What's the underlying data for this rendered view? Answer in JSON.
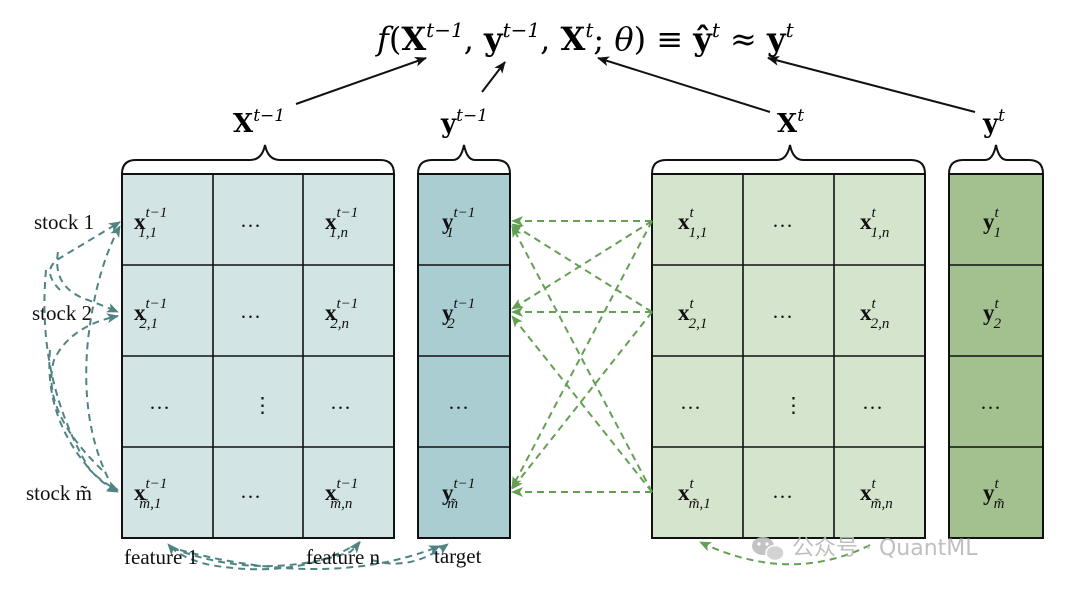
{
  "formula": {
    "f": "f",
    "X_prev": "X",
    "X_prev_sup": "t−1",
    "y_prev": "y",
    "y_prev_sup": "t−1",
    "X_cur": "X",
    "X_cur_sup": "t",
    "theta": "θ",
    "equiv": "≡",
    "yhat": "ŷ",
    "yhat_sup": "t",
    "approx": "≈",
    "y_cur": "y",
    "y_cur_sup": "t"
  },
  "groups": {
    "x_prev": {
      "base": "X",
      "sup": "t−1"
    },
    "y_prev": {
      "base": "y",
      "sup": "t−1"
    },
    "x_cur": {
      "base": "X",
      "sup": "t"
    },
    "y_cur": {
      "base": "y",
      "sup": "t"
    }
  },
  "rows": {
    "stock1": "stock 1",
    "stock2": "stock 2",
    "stockm": "stock m̃"
  },
  "bottom_labels": {
    "feature1": "feature 1",
    "featuren": "feature n",
    "target": "target"
  },
  "ellipsis": "…",
  "vdots": "⋮",
  "cells": {
    "xp_11": {
      "base": "x",
      "sup": "t−1",
      "sub": "1,1"
    },
    "xp_1n": {
      "base": "x",
      "sup": "t−1",
      "sub": "1,n"
    },
    "xp_21": {
      "base": "x",
      "sup": "t−1",
      "sub": "2,1"
    },
    "xp_2n": {
      "base": "x",
      "sup": "t−1",
      "sub": "2,n"
    },
    "xp_m1": {
      "base": "x",
      "sup": "t−1",
      "sub": "m̃,1"
    },
    "xp_mn": {
      "base": "x",
      "sup": "t−1",
      "sub": "m̃,n"
    },
    "yp_1": {
      "base": "y",
      "sup": "t−1",
      "sub": "1"
    },
    "yp_2": {
      "base": "y",
      "sup": "t−1",
      "sub": "2"
    },
    "yp_m": {
      "base": "y",
      "sup": "t−1",
      "sub": "m̃"
    },
    "xc_11": {
      "base": "x",
      "sup": "t",
      "sub": "1,1"
    },
    "xc_1n": {
      "base": "x",
      "sup": "t",
      "sub": "1,n"
    },
    "xc_21": {
      "base": "x",
      "sup": "t",
      "sub": "2,1"
    },
    "xc_2n": {
      "base": "x",
      "sup": "t",
      "sub": "2,n"
    },
    "xc_m1": {
      "base": "x",
      "sup": "t",
      "sub": "m̃,1"
    },
    "xc_mn": {
      "base": "x",
      "sup": "t",
      "sub": "m̃,n"
    },
    "yc_1": {
      "base": "y",
      "sup": "t",
      "sub": "1"
    },
    "yc_2": {
      "base": "y",
      "sup": "t",
      "sub": "2"
    },
    "yc_m": {
      "base": "y",
      "sup": "t",
      "sub": "m̃"
    }
  },
  "watermark": "公众号 · QuantML",
  "colors": {
    "prev_matrix_fill": "#d3e4e5",
    "prev_target_fill": "#a9cdd1",
    "cur_matrix_fill": "#d5e4cc",
    "cur_target_fill": "#a3c18f",
    "teal_arrow": "#4f8483",
    "green_arrow": "#64a054",
    "grid_line": "#111111"
  }
}
